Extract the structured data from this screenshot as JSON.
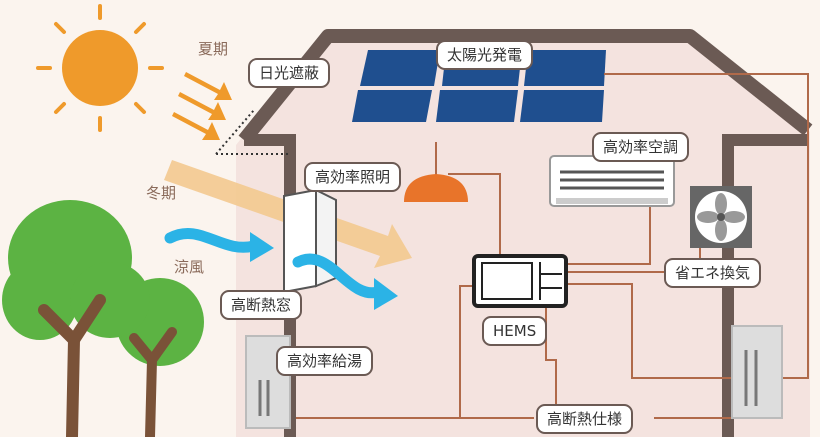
{
  "labels": {
    "summer": "夏期",
    "winter": "冬期",
    "breeze": "涼風",
    "solar_shading": "日光遮蔽",
    "solar_power": "太陽光発電",
    "efficient_lighting": "高効率照明",
    "efficient_ac": "高効率空調",
    "eco_ventilation": "省エネ換気",
    "insulated_window": "高断熱窓",
    "hems": "HEMS",
    "efficient_water_heater": "高効率給湯",
    "insulation_spec": "高断熱仕様"
  },
  "colors": {
    "background": "#fbf4ee",
    "house_wall": "#f4e3df",
    "house_outline": "#6b5a54",
    "solar_panel": "#1f4f8f",
    "sun": "#ef9a2b",
    "tree_foliage": "#5cb343",
    "tree_trunk": "#7a5238",
    "breeze_arrow": "#2bb3e6",
    "winter_sun_arrow": "#f3c98f",
    "wiring": "#b06a4a",
    "lamp": "#e8742a"
  }
}
